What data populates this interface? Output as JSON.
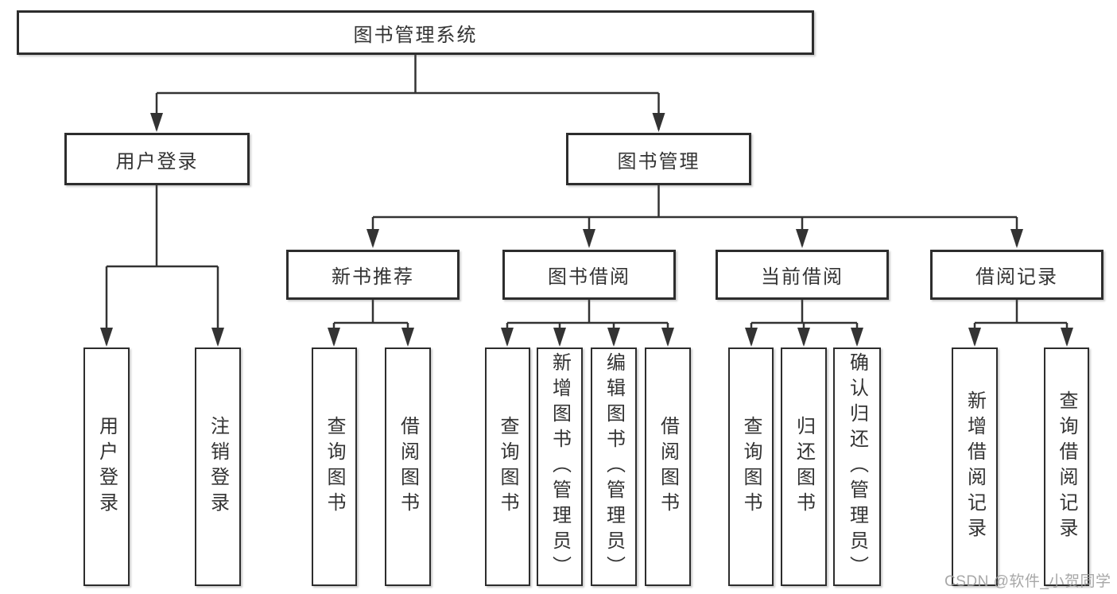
{
  "diagram_title": "图书管理系统",
  "tree": {
    "root": "图书管理系统",
    "branches": [
      {
        "label": "用户登录",
        "children": [
          "用户登录",
          "注销登录"
        ]
      },
      {
        "label": "图书管理",
        "children": [
          {
            "label": "新书推荐",
            "children": [
              "查询图书",
              "借阅图书"
            ]
          },
          {
            "label": "图书借阅",
            "children": [
              "查询图书",
              "新增图书（管理员）",
              "编辑图书（管理员）",
              "借阅图书"
            ]
          },
          {
            "label": "当前借阅",
            "children": [
              "查询图书",
              "归还图书",
              "确认归还（管理员）"
            ]
          },
          {
            "label": "借阅记录",
            "children": [
              "新增借阅记录",
              "查询借阅记录"
            ]
          }
        ]
      }
    ]
  },
  "watermark": "CSDN @软件_小贺同学",
  "colors": {
    "line": "#333333",
    "box_border": "#2d2d2d",
    "box_fill": "#ffffff",
    "text": "#333333",
    "watermark": "#9e9e9e",
    "background": "#ffffff"
  }
}
